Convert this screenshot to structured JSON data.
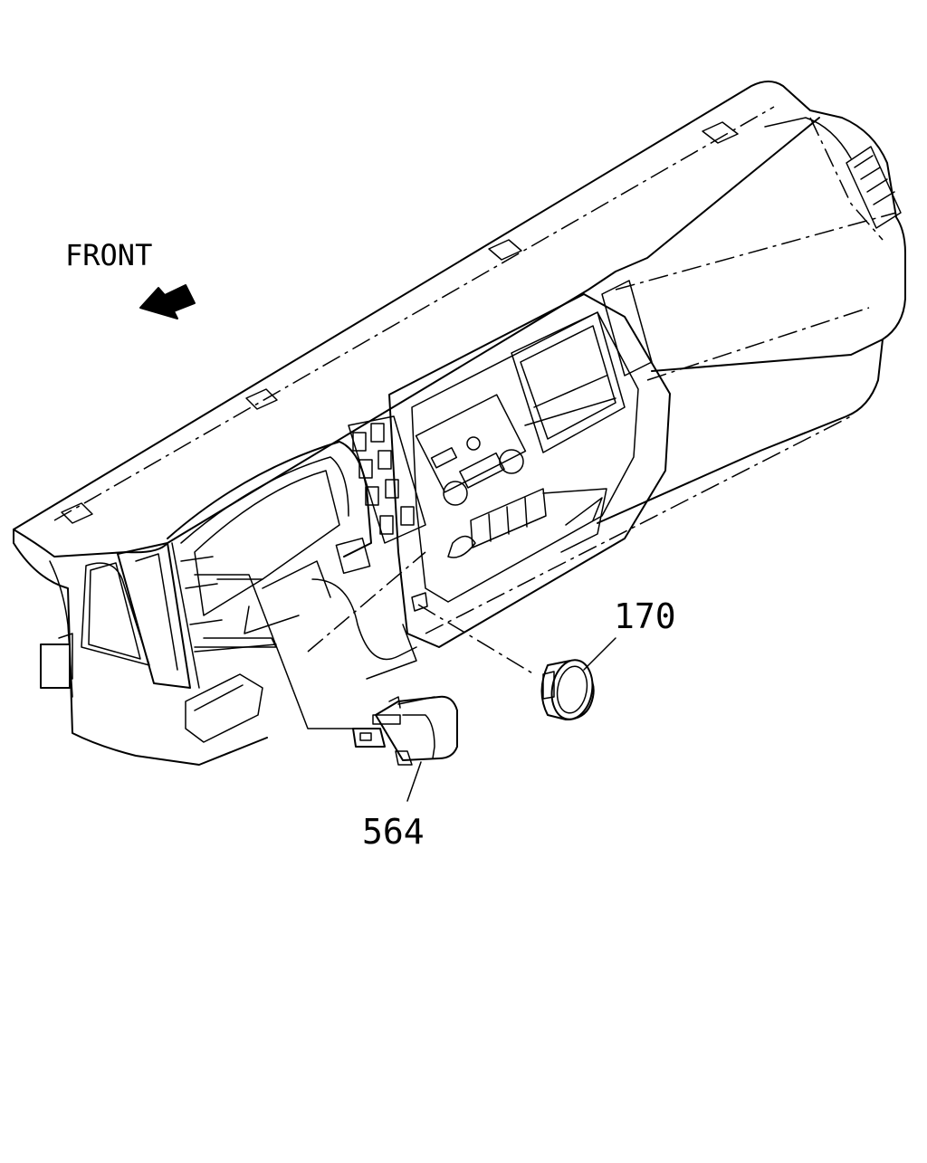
{
  "direction": {
    "label": "FRONT",
    "icon": "arrow-front-icon"
  },
  "callouts": [
    {
      "id": "part-170",
      "label": "170"
    },
    {
      "id": "part-564",
      "label": "564"
    }
  ],
  "colors": {
    "line": "#000000",
    "background": "#ffffff"
  }
}
